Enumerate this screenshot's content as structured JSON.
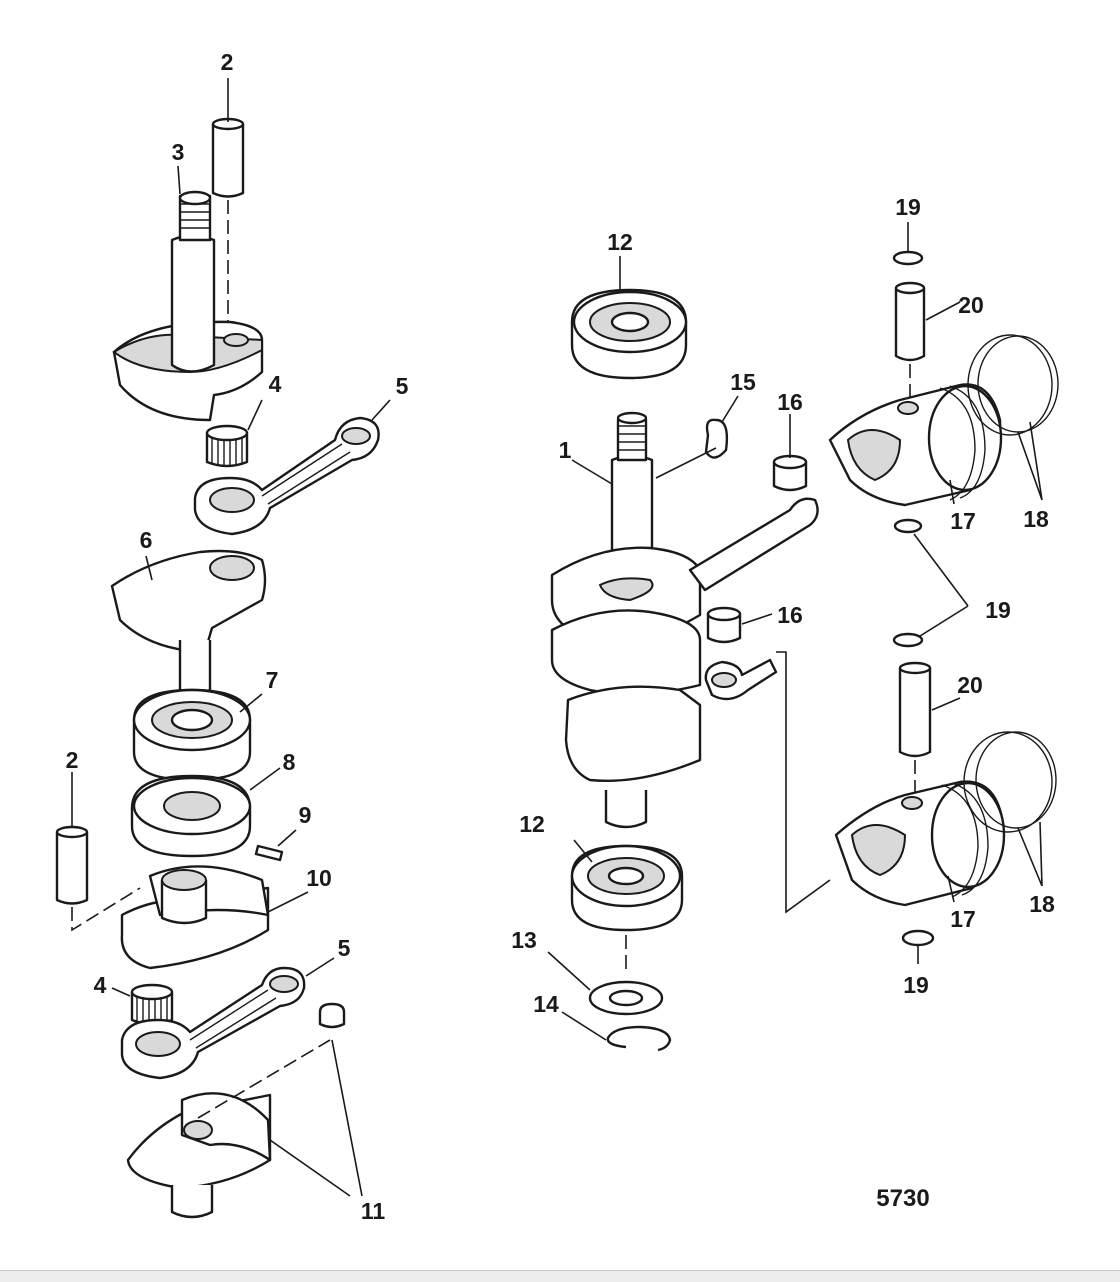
{
  "diagram": {
    "figure_number": "5730",
    "callouts": {
      "c1": "1",
      "c2a": "2",
      "c2b": "2",
      "c3": "3",
      "c4a": "4",
      "c4b": "4",
      "c5a": "5",
      "c5b": "5",
      "c6": "6",
      "c7": "7",
      "c8": "8",
      "c9": "9",
      "c10": "10",
      "c11": "11",
      "c12a": "12",
      "c12b": "12",
      "c13": "13",
      "c14": "14",
      "c15": "15",
      "c16a": "16",
      "c16b": "16",
      "c17a": "17",
      "c17b": "17",
      "c18a": "18",
      "c18b": "18",
      "c19a": "19",
      "c19b": "19",
      "c19c": "19",
      "c20a": "20",
      "c20b": "20"
    }
  }
}
